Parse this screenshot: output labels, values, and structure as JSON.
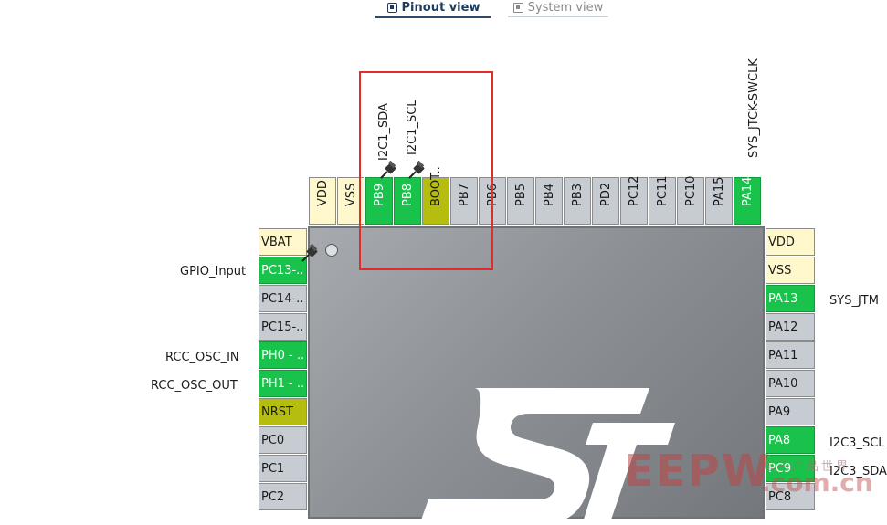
{
  "tabs": {
    "pinout": "Pinout view",
    "system": "System view"
  },
  "top_pins": [
    {
      "name": "VDD",
      "color": "yellow"
    },
    {
      "name": "VSS",
      "color": "yellow"
    },
    {
      "name": "PB9",
      "color": "green"
    },
    {
      "name": "PB8",
      "color": "green"
    },
    {
      "name": "BOOT..",
      "color": "olive"
    },
    {
      "name": "PB7",
      "color": "grey"
    },
    {
      "name": "PB6",
      "color": "grey"
    },
    {
      "name": "PB5",
      "color": "grey"
    },
    {
      "name": "PB4",
      "color": "grey"
    },
    {
      "name": "PB3",
      "color": "grey"
    },
    {
      "name": "PD2",
      "color": "grey"
    },
    {
      "name": "PC12",
      "color": "grey"
    },
    {
      "name": "PC11",
      "color": "grey"
    },
    {
      "name": "PC10",
      "color": "grey"
    },
    {
      "name": "PA15",
      "color": "grey"
    },
    {
      "name": "PA14",
      "color": "green"
    }
  ],
  "left_pins": [
    {
      "name": "VBAT",
      "color": "yellow"
    },
    {
      "name": "PC13-..",
      "color": "green"
    },
    {
      "name": "PC14-..",
      "color": "grey"
    },
    {
      "name": "PC15-..",
      "color": "grey"
    },
    {
      "name": "PH0 - ..",
      "color": "green"
    },
    {
      "name": "PH1 - ..",
      "color": "green"
    },
    {
      "name": "NRST",
      "color": "olive"
    },
    {
      "name": "PC0",
      "color": "grey"
    },
    {
      "name": "PC1",
      "color": "grey"
    },
    {
      "name": "PC2",
      "color": "grey"
    }
  ],
  "right_pins": [
    {
      "name": "VDD",
      "color": "yellow"
    },
    {
      "name": "VSS",
      "color": "yellow"
    },
    {
      "name": "PA13",
      "color": "green"
    },
    {
      "name": "PA12",
      "color": "grey"
    },
    {
      "name": "PA11",
      "color": "grey"
    },
    {
      "name": "PA10",
      "color": "grey"
    },
    {
      "name": "PA9",
      "color": "grey"
    },
    {
      "name": "PA8",
      "color": "green"
    },
    {
      "name": "PC9",
      "color": "green"
    },
    {
      "name": "PC8",
      "color": "grey"
    }
  ],
  "signal_labels": {
    "pb9": "I2C1_SDA",
    "pb8": "I2C1_SCL",
    "pa14": "SYS_JTCK-SWCLK",
    "pc13": "GPIO_Input",
    "ph0": "RCC_OSC_IN",
    "ph1": "RCC_OSC_OUT",
    "pa13": "SYS_JTM",
    "pa8": "I2C3_SCL",
    "pc9": "I2C3_SDA"
  },
  "watermark": {
    "brand": "EEPW",
    "domain": ".com.cn",
    "chinese": "电子产品世界"
  },
  "colors": {
    "pin_green": "#19c34b",
    "pin_grey": "#c6ccd2",
    "pin_yellow": "#fff8cc",
    "pin_olive": "#b5bd0f",
    "highlight_red": "#e32b2b"
  }
}
